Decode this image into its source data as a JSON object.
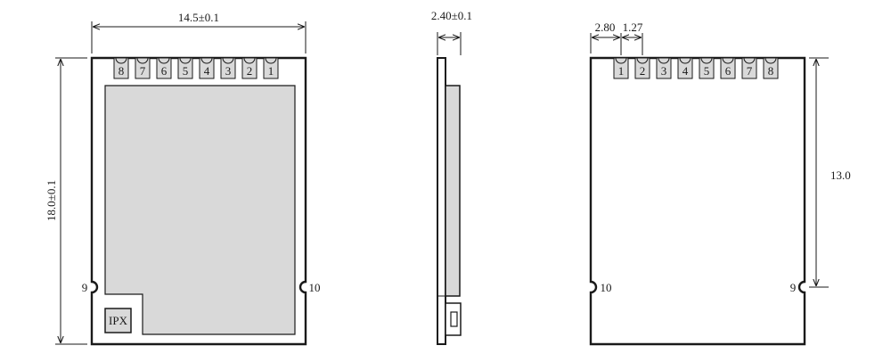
{
  "top_view": {
    "width_dim": "14.5±0.1",
    "height_dim": "18.0±0.1",
    "pins": [
      "8",
      "7",
      "6",
      "5",
      "4",
      "3",
      "2",
      "1"
    ],
    "side_pin_left": "9",
    "side_pin_right": "10",
    "ipx_label": "IPX"
  },
  "side_view": {
    "thickness_dim": "2.40±0.1"
  },
  "bottom_view": {
    "pitch_start_dim": "2.80",
    "pitch_dim": "1.27",
    "height_dim": "13.0",
    "pins": [
      "1",
      "2",
      "3",
      "4",
      "5",
      "6",
      "7",
      "8"
    ],
    "side_pin_left": "10",
    "side_pin_right": "9"
  },
  "colors": {
    "line": "#1a1a1a",
    "shield_fill": "#d9d9d9",
    "pad_fill": "#d9d9d9"
  }
}
